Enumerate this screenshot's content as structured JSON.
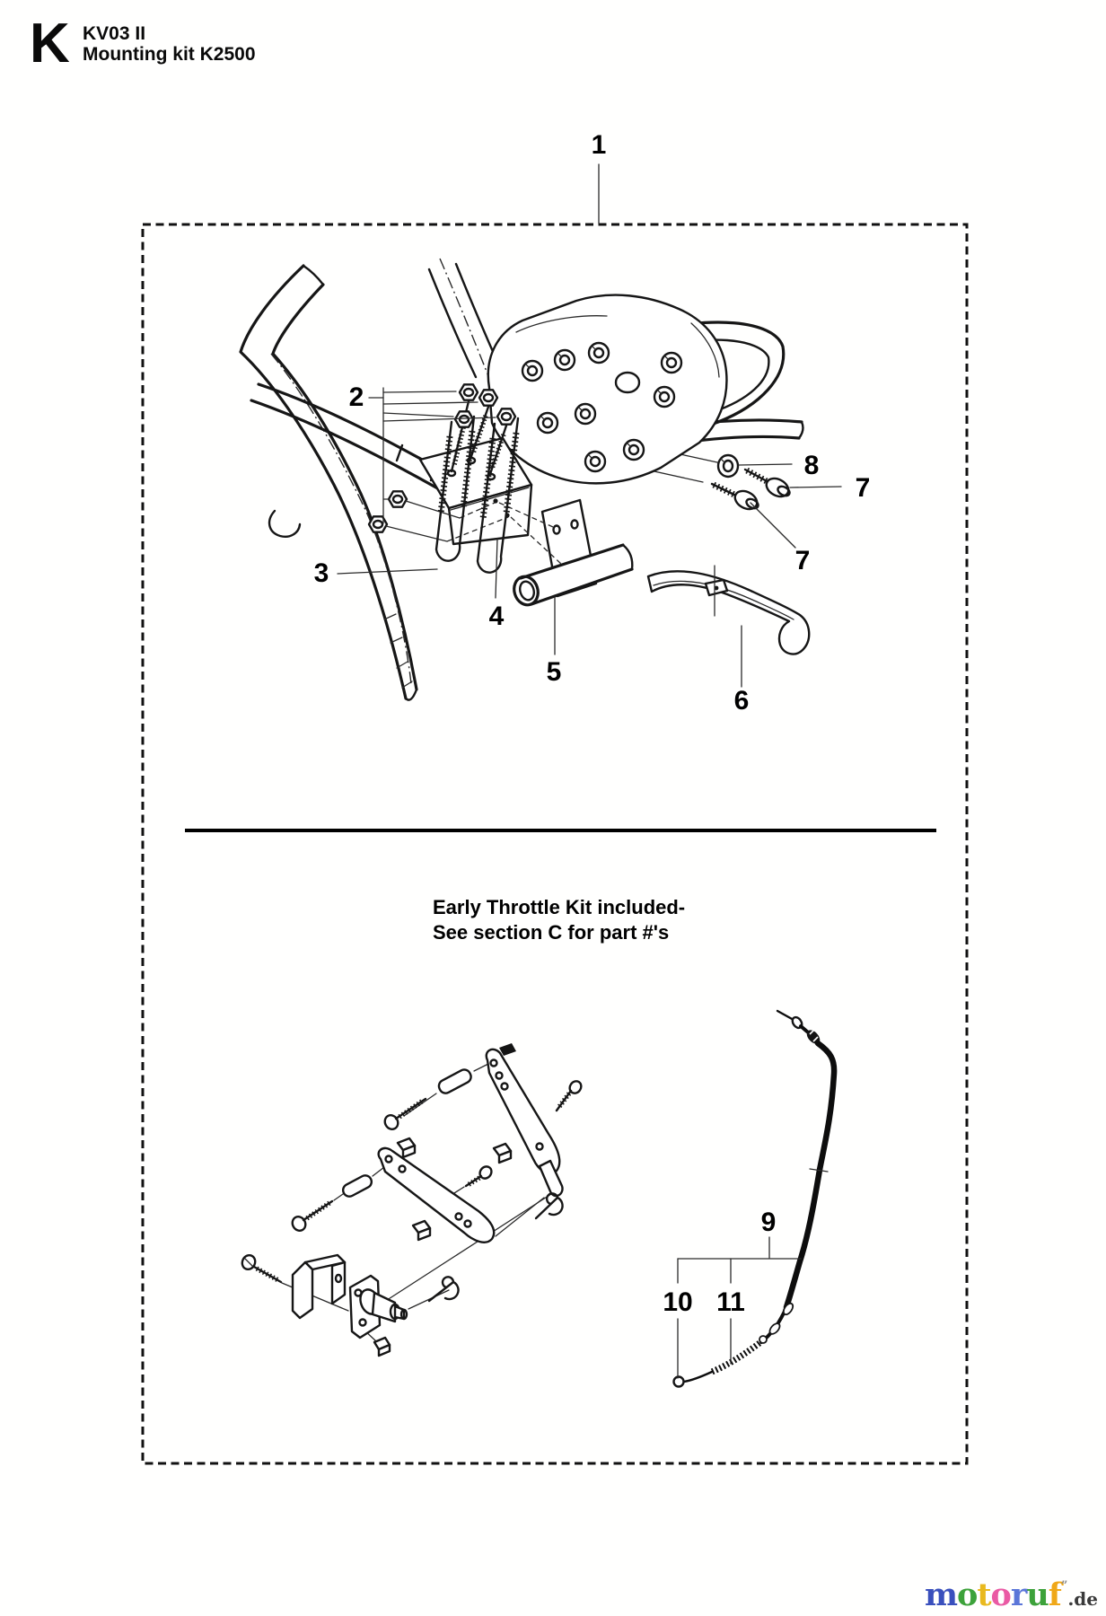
{
  "header": {
    "section_letter": "K",
    "model": "KV03 II",
    "title": "Mounting kit K2500"
  },
  "figure": {
    "note_line1": "Early Throttle Kit included-",
    "note_line2": "See section C for part #'s",
    "callouts": {
      "c1": "1",
      "c2": "2",
      "c3": "3",
      "c4": "4",
      "c5": "5",
      "c6": "6",
      "c7a": "7",
      "c7b": "7",
      "c8": "8",
      "c9": "9",
      "c10": "10",
      "c11": "11"
    }
  },
  "watermark": {
    "letters": [
      {
        "char": "m",
        "color": "#3a50bd"
      },
      {
        "char": "o",
        "color": "#3da23a"
      },
      {
        "char": "t",
        "color": "#e9b91e"
      },
      {
        "char": "o",
        "color": "#ea5aa4"
      },
      {
        "char": "r",
        "color": "#5b76d8"
      },
      {
        "char": "u",
        "color": "#3da23a"
      },
      {
        "char": "f",
        "color": "#f0a818"
      }
    ],
    "mark": "”",
    "suffix": ".de",
    "suffix_color": "#3a3a3a"
  }
}
